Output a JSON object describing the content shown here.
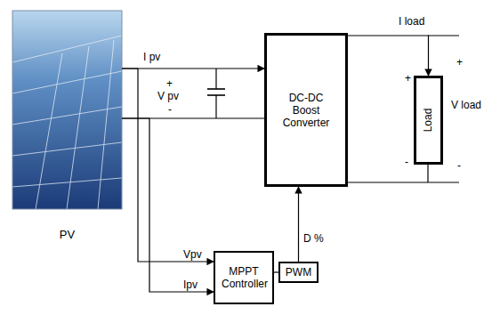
{
  "diagram": {
    "nodes": [
      {
        "text": [
          "PV"
        ]
      },
      {
        "text": [
          "DC-DC Boost Converter"
        ]
      },
      {
        "text": [
          "Load"
        ]
      },
      {
        "text": [
          "MPPT Controller"
        ]
      },
      {
        "text": [
          "PWM"
        ]
      }
    ],
    "edges": [
      {
        "from": 0,
        "to": 1,
        "arrow": "to",
        "label": "I pv"
      },
      {
        "from": 1,
        "to": 2,
        "arrow": "to",
        "label": "I load"
      },
      {
        "from": 0,
        "to": 3,
        "arrow": "to",
        "label": "Vpv"
      },
      {
        "from": 0,
        "to": 3,
        "arrow": "to",
        "label": "Ipv"
      },
      {
        "from": 3,
        "to": 4,
        "arrow": "none"
      },
      {
        "from": 4,
        "to": 1,
        "arrow": "to",
        "label": "D %"
      }
    ],
    "labels": [
      "+",
      "V pv",
      "-",
      "+",
      "+",
      "V load",
      "-",
      "-"
    ]
  }
}
